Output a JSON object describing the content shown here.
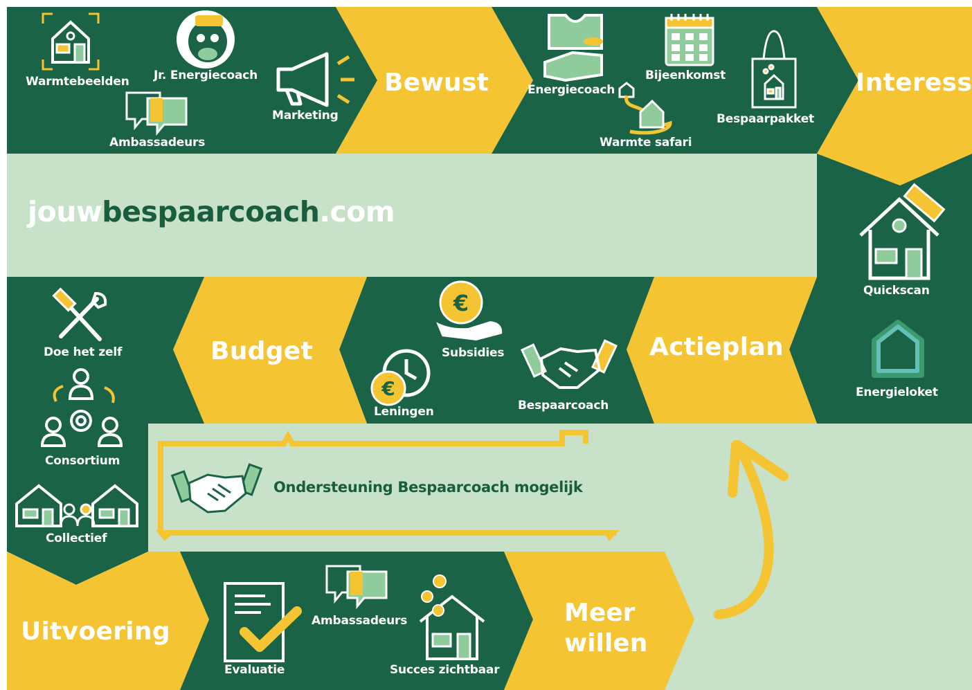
{
  "colors": {
    "dark_green": "#1a6346",
    "yellow": "#f5c433",
    "light_green": "#c7e2c9",
    "text_green": "#1a5c3e",
    "mid_green": "#8fcb9b",
    "white": "#ffffff"
  },
  "logo": {
    "part1": "jouw",
    "part2": "bespaarcoach",
    "part3": ".com"
  },
  "stages": {
    "bewust": "Bewust",
    "interesse": "Interesse",
    "actieplan": "Actieplan",
    "budget": "Budget",
    "uitvoering": "Uitvoering",
    "meer_willen": [
      "Meer",
      "willen"
    ]
  },
  "labels": {
    "warmtebeelden": "Warmtebeelden",
    "jr_energiecoach": "Jr. Energiecoach",
    "marketing": "Marketing",
    "ambassadeurs_top": "Ambassadeurs",
    "energiecoach": "Energiecoach",
    "bijeenkomst": "Bijeenkomst",
    "warmte_safari": "Warmte safari",
    "bespaarpakket": "Bespaarpakket",
    "quickscan": "Quickscan",
    "energieloket": "Energieloket",
    "subsidies": "Subsidies",
    "leningen": "Leningen",
    "bespaarcoach": "Bespaarcoach",
    "doe_het_zelf": "Doe het zelf",
    "consortium": "Consortium",
    "collectief": "Collectief",
    "evaluatie": "Evaluatie",
    "ambassadeurs_bottom": "Ambassadeurs",
    "succes_zichtbaar": "Succes zichtbaar"
  },
  "support_text": "Ondersteuning Bespaarcoach mogelijk",
  "icons": [
    "house-thermal-icon",
    "cow-mascot-icon",
    "megaphone-icon",
    "chat-bubbles-icon",
    "coach-shirt-icon",
    "calendar-icon",
    "safari-path-icon",
    "tote-bag-icon",
    "house-ruler-icon",
    "energieloket-icon",
    "euro-hand-icon",
    "euro-clock-icon",
    "handshake-icon",
    "tools-icon",
    "people-gear-icon",
    "houses-group-icon",
    "checklist-icon",
    "house-coins-icon",
    "curved-arrow-icon"
  ]
}
